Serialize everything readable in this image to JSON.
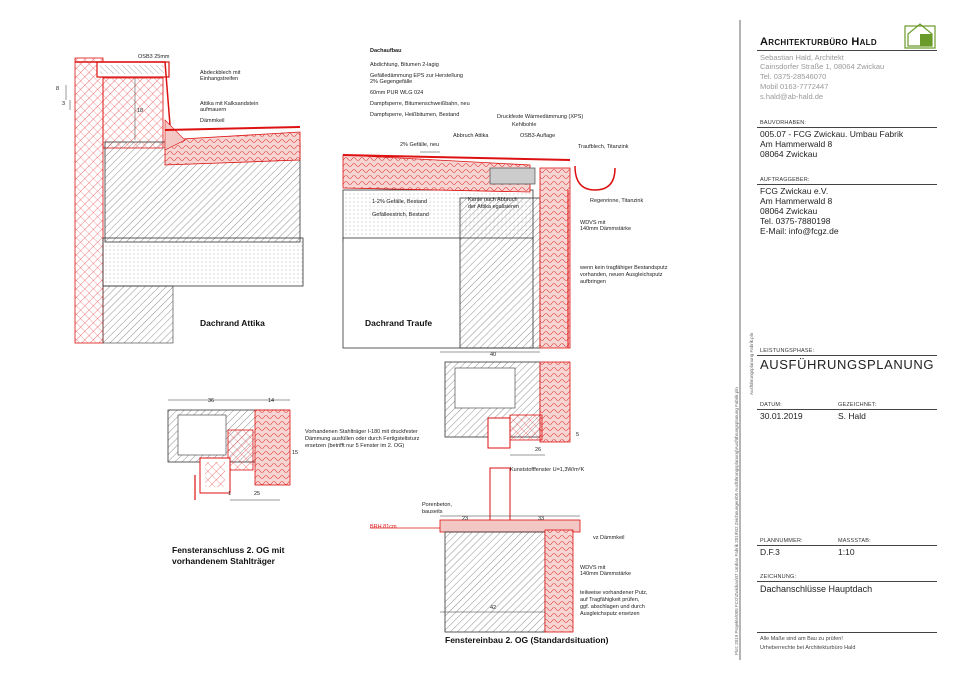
{
  "titleblock": {
    "office_name": "Architekturbüro Hald",
    "address_lines": [
      "Sebastian Hald, Architekt",
      "Cainsdorfer Straße 1, 08064 Zwickau",
      "Tel. 0375-28546070",
      "Mobil 0163-7772447",
      "s.hald@ab-hald.de"
    ],
    "bauvorhaben_label": "BAUVORHABEN:",
    "bauvorhaben_lines": [
      "005.07 - FCG Zwickau. Umbau Fabrik",
      "Am Hammerwald 8",
      "08064 Zwickau"
    ],
    "auftraggeber_label": "AUFTRAGGEBER:",
    "auftraggeber_lines": [
      "FCG Zwickau e.V.",
      "Am Hammerwald 8",
      "08064 Zwickau",
      "Tel. 0375-7880198",
      "E-Mail: info@fcgz.de"
    ],
    "leistungsphase_label": "LEISTUNGSPHASE:",
    "leistungsphase": "AUSFÜHRUNGSPLANUNG",
    "datum_label": "DATUM:",
    "datum": "30.01.2019",
    "gezeichnet_label": "GEZEICHNET:",
    "gezeichnet": "S. Hald",
    "plannummer_label": "PLANNUMMER:",
    "plannummer": "D.F.3",
    "massstab_label": "MAßSTAB:",
    "massstab": "1:10",
    "zeichnung_label": "ZEICHNUNG:",
    "zeichnung": "Dachanschlüsse Hauptdach",
    "footer_lines": [
      "Alle Maße sind am Bau zu prüfen!",
      "Urheberrechte bei Architekturbüro Hald"
    ],
    "side_path": "Plot: 2019 Projekte\\005 FCG\\Zwickau\\07 Umbau Fabrik 2019\\02 Zeichnungen\\05 Ausführungsplanung\\Ausführungsplanung Fabrik.pln",
    "side_path_right": "Ausführungsplanung Fabrik.pln",
    "logo_color": "#6a9a2a"
  },
  "details": {
    "attika_title": "Dachrand Attika",
    "traufe_title": "Dachrand Traufe",
    "fenster_title_lines": [
      "Fensteranschluss 2. OG mit",
      "vorhandenem Stahlträger"
    ],
    "fenstereinbau_title": "Fenstereinbau 2. OG (Standardsituation)"
  },
  "labels": {
    "osb": "OSB3 25mm",
    "abdeck": [
      "Abdeckblech mit",
      "Einhangstreifen"
    ],
    "attika_kalk": [
      "Attika mit Kalksandstein",
      "aufmauern"
    ],
    "daemmkeil": "Dämmkeil",
    "dachaufbau_title": "Dachaufbau",
    "dachaufbau_lines": [
      "Abdichtung, Bitumen 2-lagig",
      "Gefälledämmung EPS zur Herstellung",
      "2% Gegengefälle",
      "60mm PUR WLG 024",
      "Dampfsperre, Bitumenschweißbahn, neu",
      "Dampfsperre, Heißbitumen, Bestand"
    ],
    "druckfest": "Druckfeste Wärmedämmung (XPS)",
    "abbruch": "Abbruch Attika",
    "kehlbohle": "Kehlbohle",
    "osb_auflage": "OSB3-Auflage",
    "gefaelle_neu": "2% Gefälle, neu",
    "traufblech": "Traufblech, Titanzink",
    "gefaelle_bestand": "1-2% Gefälle, Bestand",
    "gefaelleestrich": "Gefälleestrich, Bestand",
    "kante": [
      "Kante nach Abbruch",
      "der Attika egalisieren"
    ],
    "regenrinne": "Regenrinne, Titanzink",
    "wdvs": [
      "WDVS mit",
      "140mm Dämmstärke"
    ],
    "bestandsputz": [
      "wenn kein tragfähiger Bestandsputz",
      "vorhanden, neuen Ausgleichsputz",
      "aufbringen"
    ],
    "stahltraeger": [
      "Vorhandenen Stahlträger I-180 mit druckfester",
      "Dämmung ausfüllen oder durch Fertigsteltsturz",
      "ersetzen (betrifft nur 5 Fenster im 2. OG)"
    ],
    "kunststoff": "Kunststofffenster U=1,3W/m²K",
    "porenbeton": [
      "Porenbeton,",
      "bauseits"
    ],
    "brh": "BRH 81cm",
    "vz_daemmkeil": "vz Dämmkeil",
    "putz_lines": [
      "teilweise vorhandener Putz,",
      "auf Tragfähigkeit prüfen,",
      "ggf. abschlagen und durch",
      "Ausgleichsputz ersetzen"
    ],
    "dims": {
      "d8": "8",
      "d3": "3",
      "d18": "18",
      "d40": "40",
      "d26": "26",
      "d5": "5",
      "d36": "36",
      "d14": "14",
      "d15": "15",
      "d1": "1",
      "d25": "25",
      "d23": "23",
      "d33": "33",
      "d42": "42"
    }
  },
  "colors": {
    "red": "#e0201c",
    "pink": "#f3c8c4"
  }
}
